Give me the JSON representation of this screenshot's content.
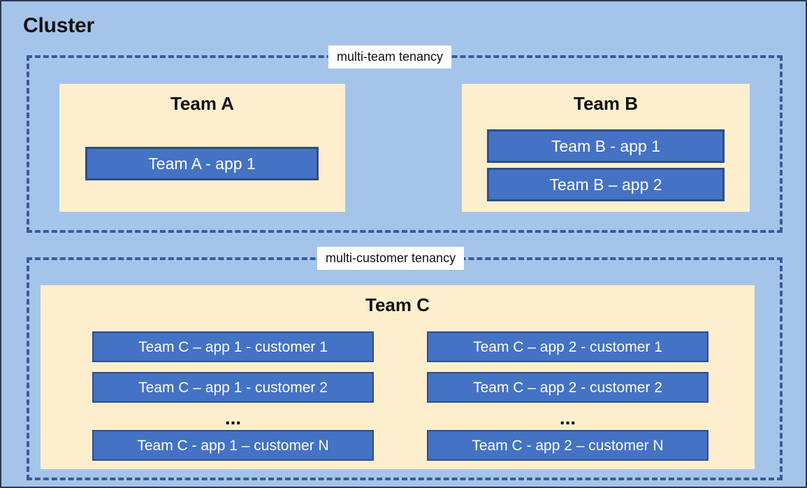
{
  "diagram": {
    "title": "Cluster",
    "colors": {
      "background": "#a5c4e9",
      "team_container": "#fdefce",
      "app_fill": "#4472c4",
      "app_border": "#2e4d8a",
      "dashed_border": "#3a5ba0",
      "label_background": "#ffffff",
      "text_dark": "#111111",
      "text_light": "#ffffff"
    }
  },
  "tenancies": [
    {
      "label": "multi-team tenancy"
    },
    {
      "label": "multi-customer tenancy"
    }
  ],
  "teams": {
    "team_a": {
      "title": "Team A",
      "apps": [
        {
          "label": "Team A - app 1"
        }
      ]
    },
    "team_b": {
      "title": "Team B",
      "apps": [
        {
          "label": "Team B - app 1"
        },
        {
          "label": "Team B – app 2"
        }
      ]
    },
    "team_c": {
      "title": "Team C",
      "ellipsis": "...",
      "app_1_column": [
        {
          "label": "Team C – app 1 - customer 1"
        },
        {
          "label": "Team C – app 1 - customer 2"
        },
        {
          "label": "Team C - app 1 – customer N"
        }
      ],
      "app_2_column": [
        {
          "label": "Team C – app 2 - customer 1"
        },
        {
          "label": "Team C – app 2 - customer 2"
        },
        {
          "label": "Team C - app 2 – customer N"
        }
      ]
    }
  }
}
